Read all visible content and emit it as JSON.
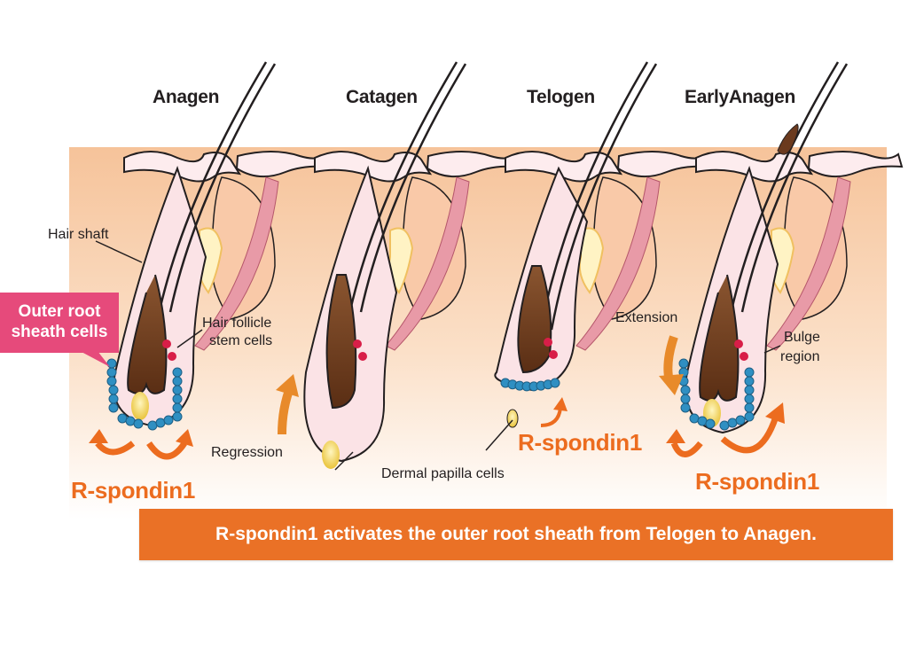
{
  "stages": [
    {
      "id": "anagen",
      "title": "Anagen"
    },
    {
      "id": "catagen",
      "title": "Catagen"
    },
    {
      "id": "telogen",
      "title": "Telogen"
    },
    {
      "id": "early-anagen",
      "title": "EarlyAnagen"
    }
  ],
  "labels": {
    "hair_shaft": "Hair shaft",
    "outer_root_sheath": "Outer root\nsheath cells",
    "outer_root_sheath_line1": "Outer root",
    "outer_root_sheath_line2": "sheath cells",
    "hair_follicle_stem_line1": "Hair follicle",
    "hair_follicle_stem_line2": "stem cells",
    "regression": "Regression",
    "dermal_papilla": "Dermal papilla cells",
    "extension": "Extension",
    "bulge_line1": "Bulge",
    "bulge_line2": "region",
    "rspondin_anagen": "R-spondin1",
    "rspondin_telogen": "R-spondin1",
    "rspondin_early": "R-spondin1"
  },
  "banner": {
    "text": "R-spondin1 activates the outer root sheath from Telogen to Anagen."
  },
  "colors": {
    "skin": "#f7c9a2",
    "skin_fade": "#fdf0e6",
    "sheath": "#fbe3e6",
    "muscle": "#e89aa7",
    "hair_brown": "#6b3a1e",
    "papilla": "#f3d25a",
    "orc_blue": "#2f8fc2",
    "stem_red": "#d81e48",
    "arrow_orange": "#ec6c1f",
    "callout_pink": "#e64a7b",
    "banner_orange": "#ea7126"
  }
}
